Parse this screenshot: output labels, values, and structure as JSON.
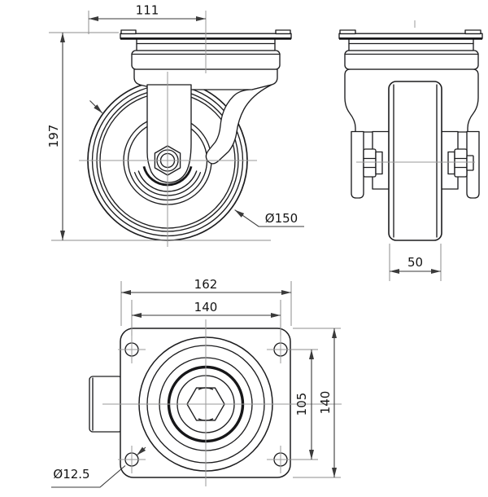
{
  "colors": {
    "object_line": "#1d1d1f",
    "center_line": "#9a9a9a",
    "extension_line": "#8c8c8c",
    "dimension_line": "#3a3a3a",
    "label_text": "#141414",
    "background": "#ffffff"
  },
  "views": {
    "front": {
      "label_width": "111",
      "label_height": "197",
      "label_wheel_diameter": "Ø150"
    },
    "side": {
      "label_wheel_width": "50"
    },
    "plan": {
      "label_plate_width": "162",
      "label_bolt_spacing_width": "140",
      "label_bolt_spacing_height": "105",
      "label_plate_height": "140",
      "label_hole_diameter": "Ø12.5"
    }
  }
}
